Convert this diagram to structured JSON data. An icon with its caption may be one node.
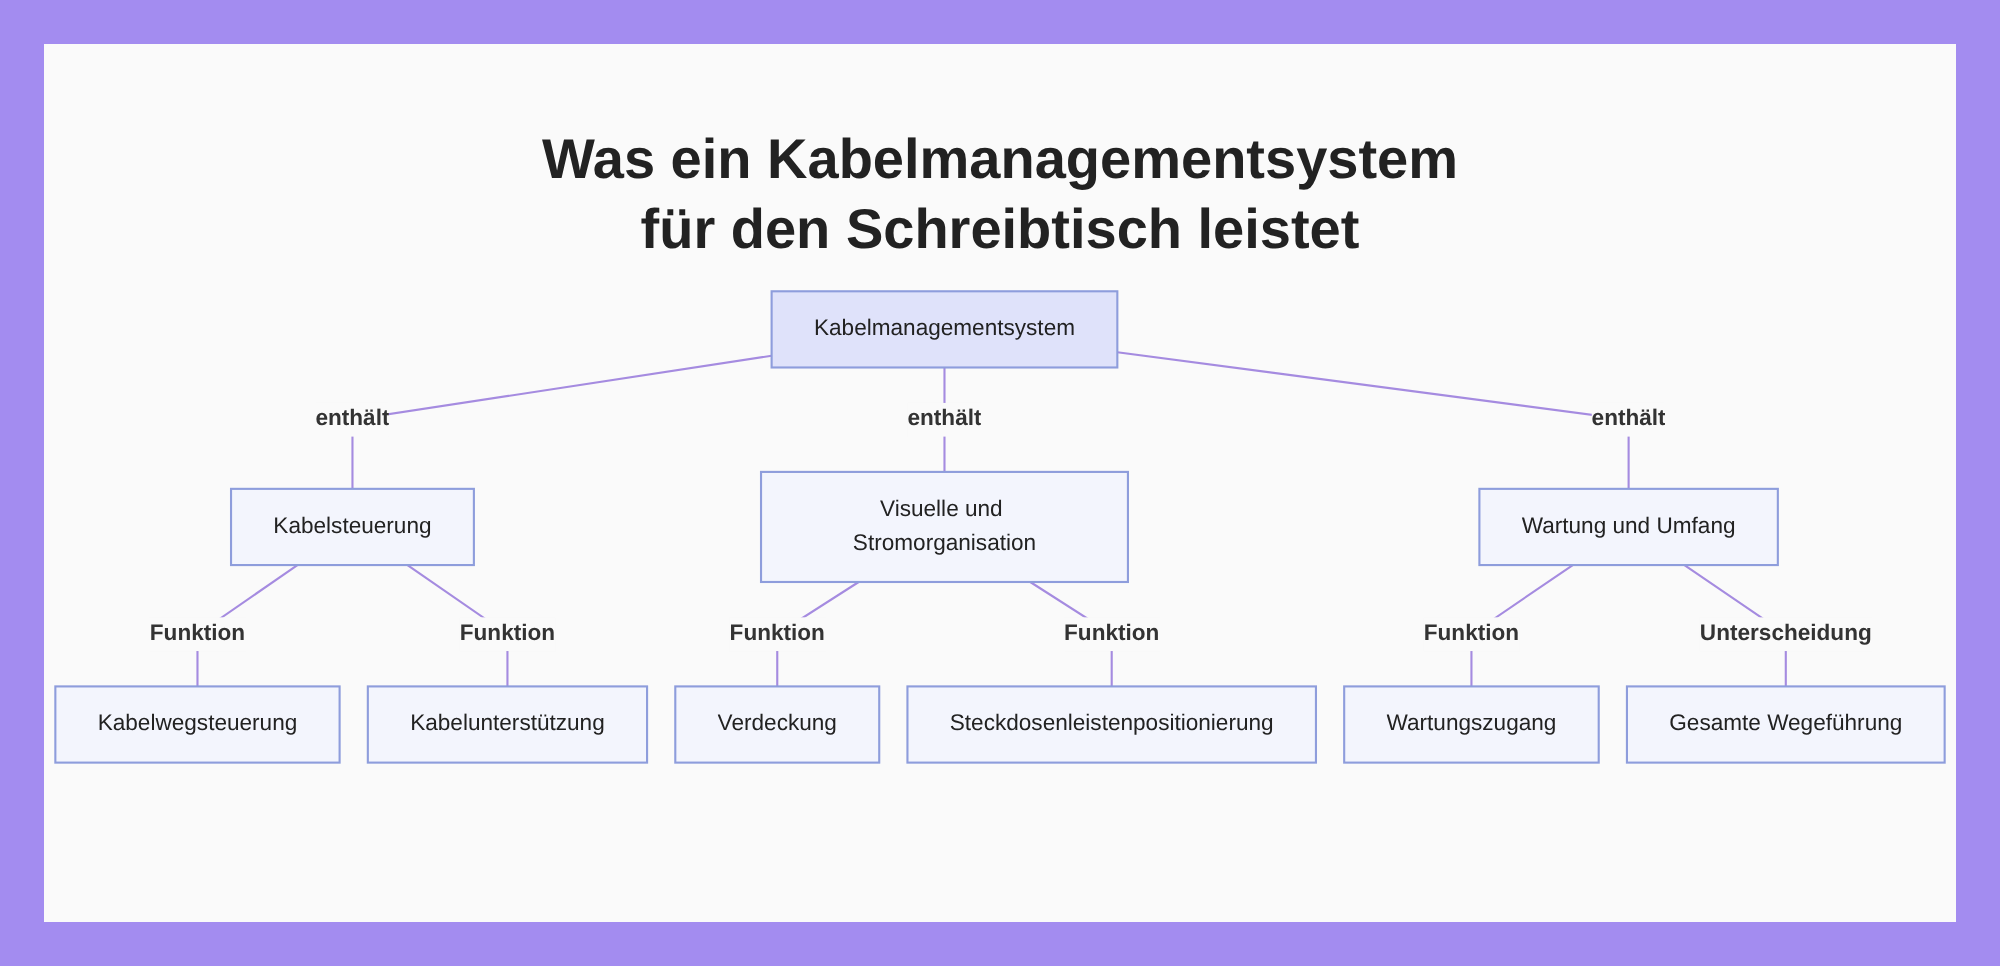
{
  "diagram": {
    "title": "Was ein Kabelmanagementsystem für den Schreibtisch leistet",
    "nodes": [
      {
        "text": [
          "Kabelmanagementsystem"
        ]
      },
      {
        "text": [
          "Kabelsteuerung"
        ]
      },
      {
        "text": [
          "Visuelle und Stromorganisation"
        ]
      },
      {
        "text": [
          "Wartung und Umfang"
        ]
      },
      {
        "text": [
          "Kabelwegsteuerung"
        ]
      },
      {
        "text": [
          "Kabelunterstützung"
        ]
      },
      {
        "text": [
          "Verdeckung"
        ]
      },
      {
        "text": [
          "Steckdosenleistenpositionierung"
        ]
      },
      {
        "text": [
          "Wartungszugang"
        ]
      },
      {
        "text": [
          "Gesamte Wegeführung"
        ]
      }
    ],
    "edges": [
      {
        "from": 0,
        "to": 1,
        "arrow": "none",
        "label": "enthält"
      },
      {
        "from": 0,
        "to": 2,
        "arrow": "none",
        "label": "enthält"
      },
      {
        "from": 0,
        "to": 3,
        "arrow": "none",
        "label": "enthält"
      },
      {
        "from": 1,
        "to": 4,
        "arrow": "none",
        "label": "Funktion"
      },
      {
        "from": 1,
        "to": 5,
        "arrow": "none",
        "label": "Funktion"
      },
      {
        "from": 2,
        "to": 6,
        "arrow": "none",
        "label": "Funktion"
      },
      {
        "from": 2,
        "to": 7,
        "arrow": "none",
        "label": "Funktion"
      },
      {
        "from": 3,
        "to": 8,
        "arrow": "none",
        "label": "Funktion"
      },
      {
        "from": 3,
        "to": 9,
        "arrow": "none",
        "label": "Unterscheidung"
      }
    ]
  }
}
